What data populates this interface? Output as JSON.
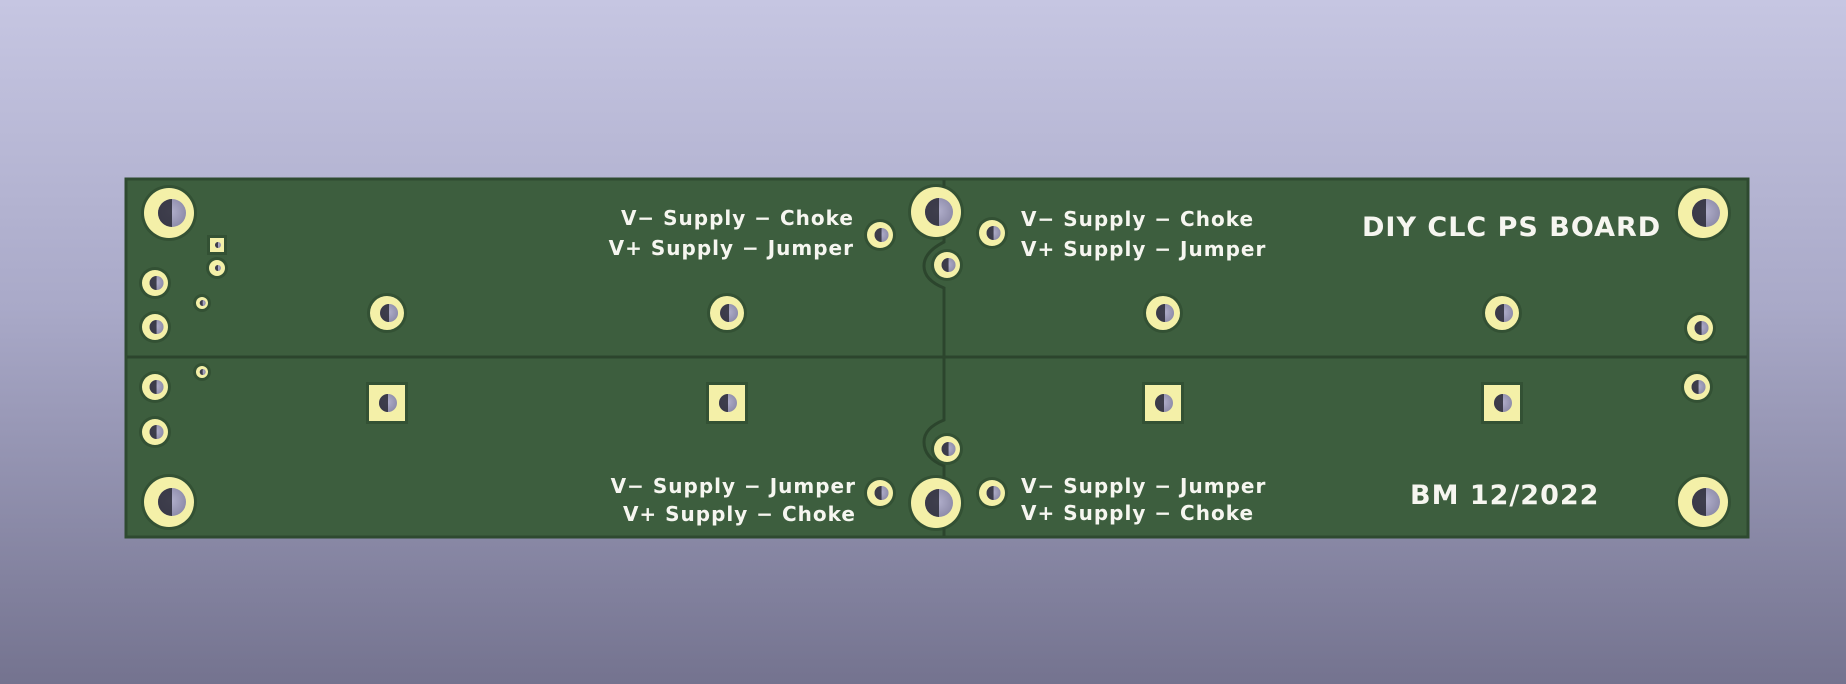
{
  "colors": {
    "background_top": "#c6c6e2",
    "background_bottom": "#74738f",
    "soldermask": "#3d5e3e",
    "board_edge": "#2e4a30",
    "copper_pad": "#f4f0a8",
    "drill_hole": "#9e9cb8",
    "silkscreen": "#f6f6f0"
  },
  "board": {
    "title": "DIY CLC PS BOARD",
    "date": "BM 12/2022",
    "labels": {
      "top_left_line1": "V− Supply − Choke",
      "top_left_line2": "V+ Supply − Jumper",
      "top_right_line1": "V− Supply − Choke",
      "top_right_line2": "V+ Supply − Jumper",
      "bottom_left_line1": "V− Supply − Jumper",
      "bottom_left_line2": "V+ Supply − Choke",
      "bottom_right_line1": "V− Supply − Jumper",
      "bottom_right_line2": "V+ Supply − Choke"
    }
  }
}
